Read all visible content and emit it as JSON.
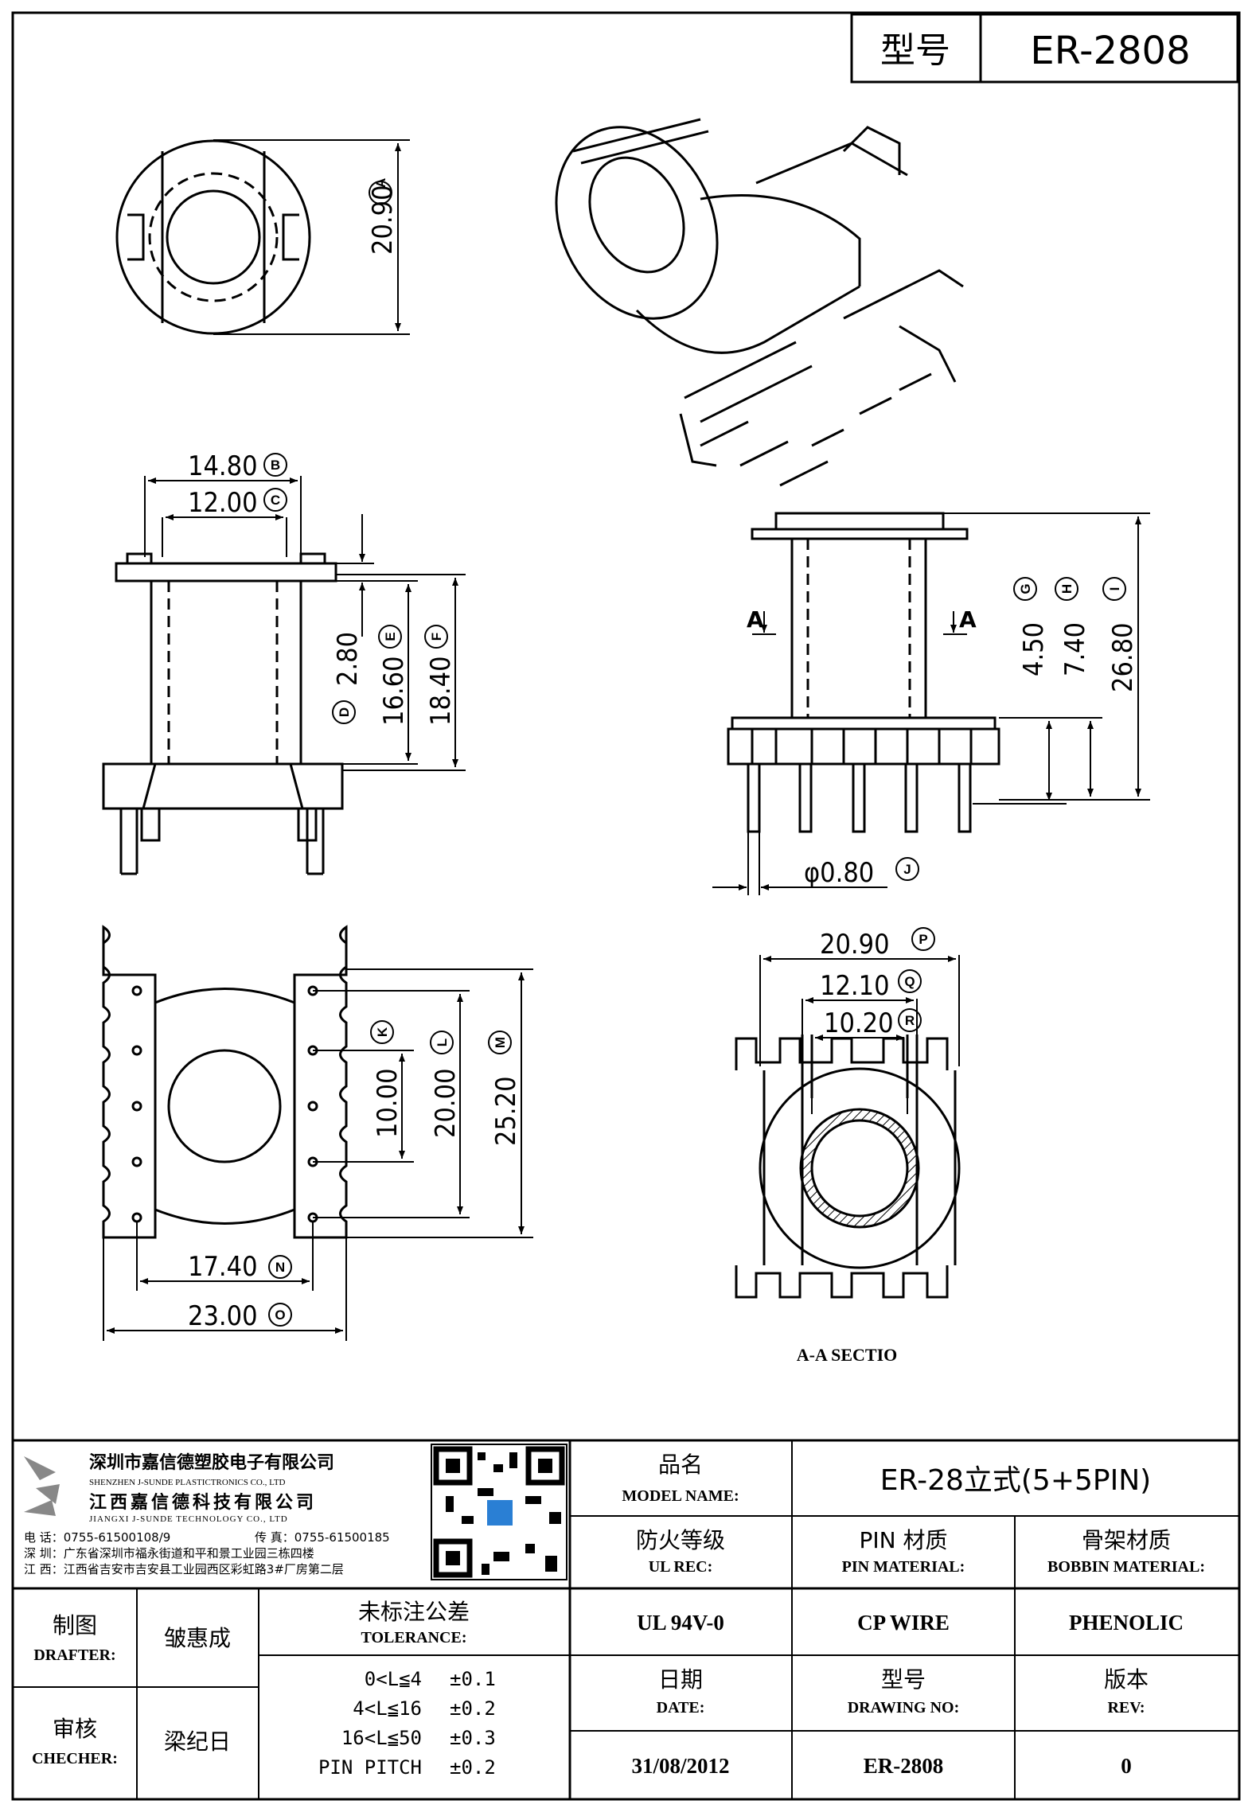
{
  "title_box": {
    "model_label": "型号",
    "model_value": "ER-2808"
  },
  "dimensions": {
    "A": {
      "value": "20.90",
      "letter": "A"
    },
    "B": {
      "value": "14.80",
      "letter": "B"
    },
    "C": {
      "value": "12.00",
      "letter": "C"
    },
    "D": {
      "value": "2.80",
      "letter": "D"
    },
    "E": {
      "value": "16.60",
      "letter": "E"
    },
    "F": {
      "value": "18.40",
      "letter": "F"
    },
    "G": {
      "value": "4.50",
      "letter": "G"
    },
    "H": {
      "value": "7.40",
      "letter": "H"
    },
    "I": {
      "value": "26.80",
      "letter": "I"
    },
    "J": {
      "value": "φ0.80",
      "letter": "J"
    },
    "K": {
      "value": "10.00",
      "letter": "K"
    },
    "L": {
      "value": "20.00",
      "letter": "L"
    },
    "M": {
      "value": "25.20",
      "letter": "M"
    },
    "N": {
      "value": "17.40",
      "letter": "N"
    },
    "O": {
      "value": "23.00",
      "letter": "O"
    },
    "P": {
      "value": "20.90",
      "letter": "P"
    },
    "Q": {
      "value": "12.10",
      "letter": "Q"
    },
    "R": {
      "value": "10.20",
      "letter": "R"
    }
  },
  "section_marks": {
    "left": "A",
    "right": "A",
    "caption": "A-A SECTIO"
  },
  "company": {
    "name_sz": "深圳市嘉信德塑胶电子有限公司",
    "name_sz_en": "SHENZHEN J-SUNDE PLASTICTRONICS CO., LTD",
    "name_jx": "江西嘉信德科技有限公司",
    "name_jx_en": "JIANGXI J-SUNDE TECHNOLOGY CO., LTD",
    "phone": "电 话：0755-61500108/9",
    "fax": "传 真：0755-61500185",
    "addr_sz": "深 圳：广东省深圳市福永街道和平和景工业园三栋四楼",
    "addr_jx": "江 西：江西省吉安市吉安县工业园西区彩虹路3#厂房第二层"
  },
  "table": {
    "model_name_cn": "品名",
    "model_name_en": "MODEL NAME:",
    "model_name_value": "ER-28立式(5+5PIN)",
    "ul_cn": "防火等级",
    "ul_en": "UL REC:",
    "ul_value": "UL 94V-0",
    "pin_cn": "PIN 材质",
    "pin_en": "PIN MATERIAL:",
    "pin_value": "CP WIRE",
    "bobbin_cn": "骨架材质",
    "bobbin_en": "BOBBIN MATERIAL:",
    "bobbin_value": "PHENOLIC",
    "drafter_cn": "制图",
    "drafter_en": "DRAFTER:",
    "drafter_value": "皱惠成",
    "checker_cn": "审核",
    "checker_en": "CHECHER:",
    "checker_value": "梁纪日",
    "tolerance_cn": "未标注公差",
    "tolerance_en": "TOLERANCE:",
    "tolerances": [
      {
        "range": "0<L≦4",
        "tol": "±0.1"
      },
      {
        "range": "4<L≦16",
        "tol": "±0.2"
      },
      {
        "range": "16<L≦50",
        "tol": "±0.3"
      },
      {
        "range": "PIN PITCH",
        "tol": "±0.2"
      }
    ],
    "date_cn": "日期",
    "date_en": "DATE:",
    "date_value": "31/08/2012",
    "drawing_cn": "型号",
    "drawing_en": "DRAWING NO:",
    "drawing_value": "ER-2808",
    "rev_cn": "版本",
    "rev_en": "REV:",
    "rev_value": "0"
  }
}
